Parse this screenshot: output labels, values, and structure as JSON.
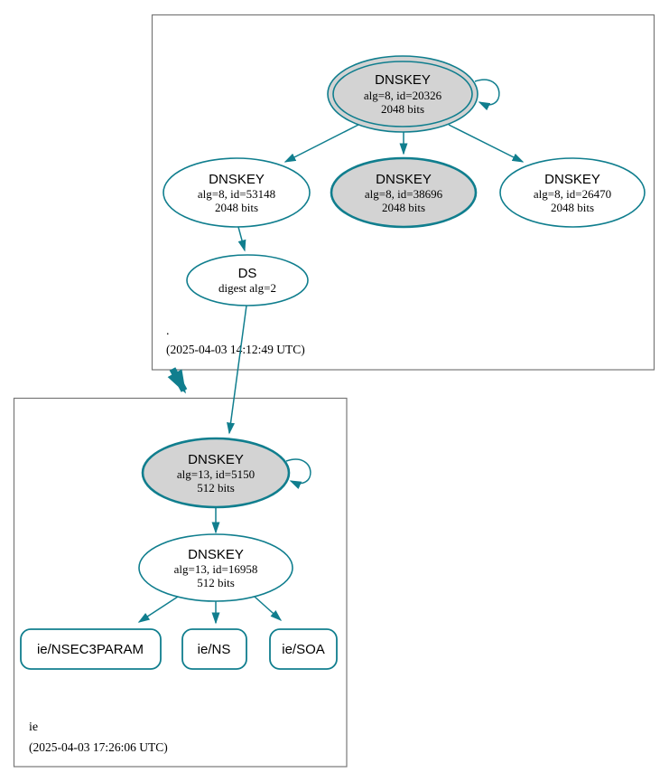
{
  "diagram": {
    "zone_root": {
      "name": ".",
      "timestamp": "(2025-04-03 14:12:49 UTC)"
    },
    "zone_ie": {
      "name": "ie",
      "timestamp": "(2025-04-03 17:26:06 UTC)"
    },
    "nodes": {
      "root_ksk": {
        "title": "DNSKEY",
        "detail": "alg=8, id=20326",
        "size": "2048 bits"
      },
      "root_key_53148": {
        "title": "DNSKEY",
        "detail": "alg=8, id=53148",
        "size": "2048 bits"
      },
      "root_key_38696": {
        "title": "DNSKEY",
        "detail": "alg=8, id=38696",
        "size": "2048 bits"
      },
      "root_key_26470": {
        "title": "DNSKEY",
        "detail": "alg=8, id=26470",
        "size": "2048 bits"
      },
      "root_ds": {
        "title": "DS",
        "detail": "digest alg=2"
      },
      "ie_ksk": {
        "title": "DNSKEY",
        "detail": "alg=13, id=5150",
        "size": "512 bits"
      },
      "ie_zsk": {
        "title": "DNSKEY",
        "detail": "alg=13, id=16958",
        "size": "512 bits"
      },
      "ie_nsec3param": {
        "title": "ie/NSEC3PARAM"
      },
      "ie_ns": {
        "title": "ie/NS"
      },
      "ie_soa": {
        "title": "ie/SOA"
      }
    },
    "colors": {
      "edge_teal": "#107e8e",
      "sep_key_fill": "#d3d3d3",
      "node_fill": "#ffffff",
      "cluster_border": "#777777"
    }
  }
}
